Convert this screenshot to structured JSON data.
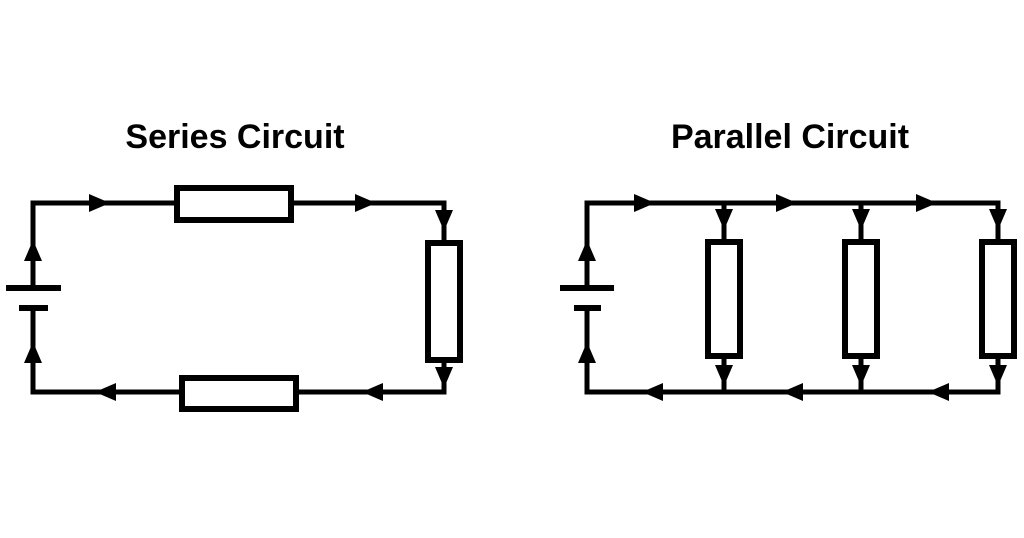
{
  "page": {
    "background_color": "#ffffff",
    "line_color": "#000000"
  },
  "series": {
    "title": "Series Circuit",
    "resistor_count": 3,
    "battery_count": 1,
    "current_arrow_count": 8,
    "current_direction": "clockwise"
  },
  "parallel": {
    "title": "Parallel Circuit",
    "resistor_count": 3,
    "branch_count": 3,
    "battery_count": 1,
    "current_arrow_count": 14,
    "current_direction": "clockwise"
  },
  "symbols": {
    "battery": "battery-symbol",
    "resistor": "resistor-symbol",
    "arrow": "current-arrow"
  }
}
